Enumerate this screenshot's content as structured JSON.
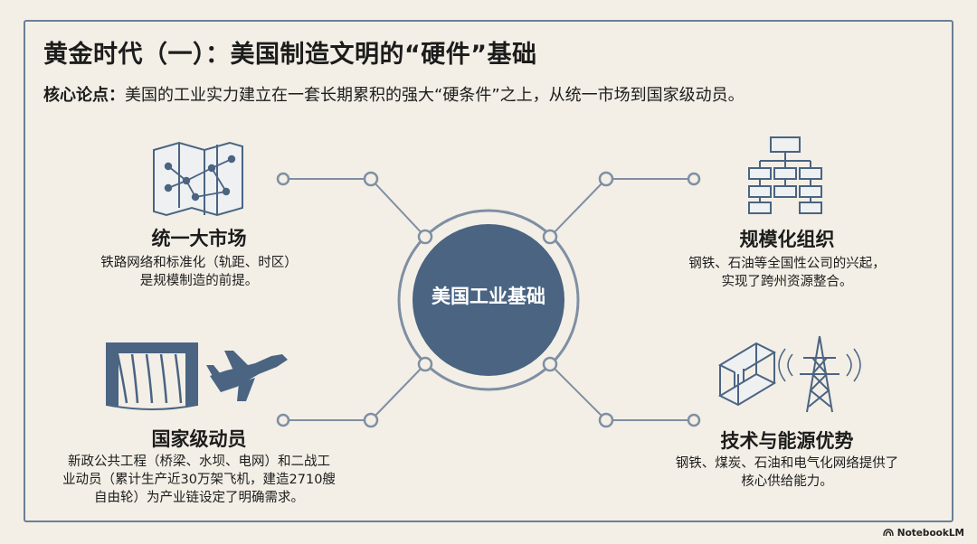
{
  "title": "黄金时代（一）：美国制造文明的“硬件”基础",
  "subtitle": {
    "label": "核心论点：",
    "text": "美国的工业实力建立在一套长期累积的强大“硬条件”之上，从统一市场到国家级动员。"
  },
  "center": {
    "label": "美国工业基础"
  },
  "nodes": {
    "market": {
      "title": "统一大市场",
      "desc": "铁路网络和标准化（轨距、时区）\n是规模制造的前提。",
      "icon": "map-network-icon"
    },
    "organization": {
      "title": "规模化组织",
      "desc": "钢铁、石油等全国性公司的兴起，\n实现了跨州资源整合。",
      "icon": "org-chart-icon"
    },
    "mobilization": {
      "title": "国家级动员",
      "desc": "新政公共工程（桥梁、水坝、电网）和二战工\n业动员（累计生产近30万架飞机，建造2710艘\n自由轮）为产业链设定了明确需求。",
      "icon": "dam-airplane-icon"
    },
    "energy": {
      "title": "技术与能源优势",
      "desc": "钢铁、煤炭、石油和电气化网络提供了\n核心供给能力。",
      "icon": "steel-beam-power-tower-icon"
    }
  },
  "colors": {
    "accent": "#4a6482",
    "line": "#7f8fa3",
    "background": "#f3efe6"
  },
  "brand": {
    "text": "NotebookLM",
    "icon": "notebooklm-logo-icon"
  }
}
